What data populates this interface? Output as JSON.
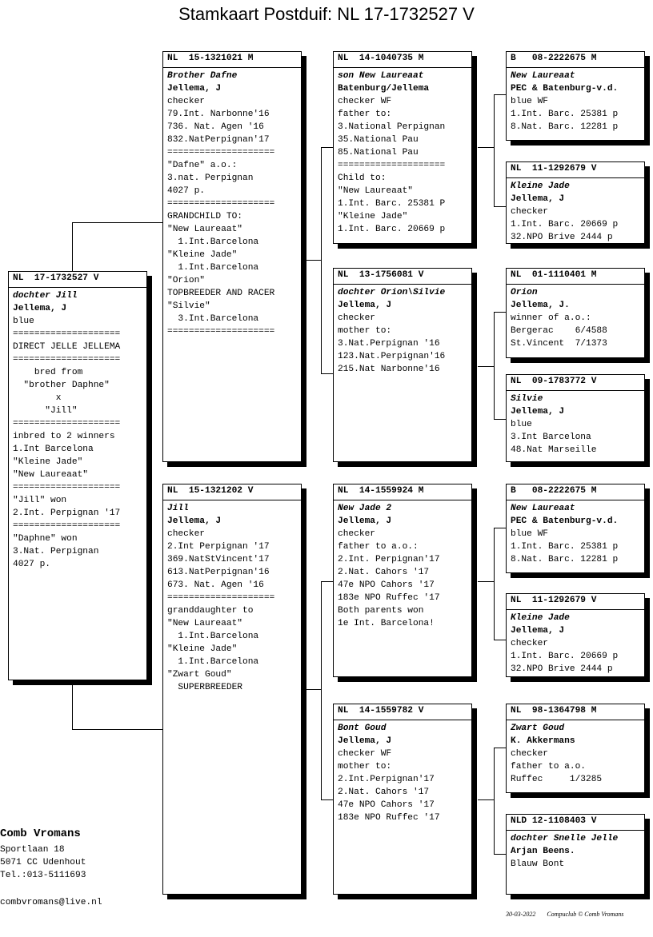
{
  "title": "Stamkaart Postduif: NL  17-1732527 V",
  "cards": [
    {
      "ring": "NL  17-1732527 V",
      "name": "dochter Jill",
      "owner": "Jellema, J",
      "lines": [
        "blue",
        "====================",
        "DIRECT JELLE JELLEMA",
        "====================",
        "    bred from",
        "  \"brother Daphne\"",
        "        x",
        "      \"Jill\"",
        "====================",
        "inbred to 2 winners",
        "1.Int Barcelona",
        "\"Kleine Jade\"",
        "\"New Laureaat\"",
        "====================",
        "\"Jill\" won",
        "2.Int. Perpignan '17",
        "====================",
        "\"Daphne\" won",
        "3.Nat. Perpignan",
        "4027 p."
      ]
    },
    {
      "ring": "NL  15-1321021 M",
      "name": "Brother Dafne",
      "owner": "Jellema, J",
      "lines": [
        "checker",
        "79.Int. Narbonne'16",
        "736. Nat. Agen '16",
        "832.NatPerpignan'17",
        "====================",
        "\"Dafne\" a.o.:",
        "3.nat. Perpignan",
        "4027 p.",
        "====================",
        "GRANDCHILD TO:",
        "\"New Laureaat\"",
        "  1.Int.Barcelona",
        "\"Kleine Jade\"",
        "  1.Int.Barcelona",
        "\"Orion\"",
        "TOPBREEDER AND RACER",
        "\"Silvie\"",
        "  3.Int.Barcelona",
        "===================="
      ]
    },
    {
      "ring": "NL  15-1321202 V",
      "name": "Jill",
      "owner": "Jellema, J",
      "lines": [
        "checker",
        "2.Int Perpignan '17",
        "369.NatStVincent'17",
        "613.NatPerpignan'16",
        "673. Nat. Agen '16",
        "====================",
        "granddaughter to",
        "\"New Laureaat\"",
        "  1.Int.Barcelona",
        "\"Kleine Jade\"",
        "  1.Int.Barcelona",
        "\"Zwart Goud\"",
        "  SUPERBREEDER"
      ]
    },
    {
      "ring": "NL  14-1040735 M",
      "name": "son New Laureaat",
      "owner": "Batenburg/Jellema",
      "lines": [
        "checker WF",
        "father to:",
        "3.National Perpignan",
        "35.National Pau",
        "85.National Pau",
        "====================",
        "Child to:",
        "\"New Laureaat\"",
        "1.Int. Barc. 25381 P",
        "\"Kleine Jade\"",
        "1.Int. Barc. 20669 p"
      ]
    },
    {
      "ring": "NL  13-1756081 V",
      "name": "dochter Orion\\Silvie",
      "owner": "Jellema, J",
      "lines": [
        "checker",
        "mother to:",
        "3.Nat.Perpignan '16",
        "123.Nat.Perpignan'16",
        "215.Nat Narbonne'16"
      ]
    },
    {
      "ring": "NL  14-1559924 M",
      "name": "New Jade 2",
      "owner": "Jellema, J",
      "lines": [
        "checker",
        "father to a.o.:",
        "2.Int. Perpignan'17",
        "2.Nat. Cahors '17",
        "47e NPO Cahors '17",
        "183e NPO Ruffec '17",
        "Both parents won",
        "1e Int. Barcelona!"
      ]
    },
    {
      "ring": "NL  14-1559782 V",
      "name": "Bont Goud",
      "owner": "Jellema, J",
      "lines": [
        "checker WF",
        "mother to:",
        "2.Int.Perpignan'17",
        "2.Nat. Cahors '17",
        "47e NPO Cahors '17",
        "183e NPO Ruffec '17"
      ]
    },
    {
      "ring": "B   08-2222675 M",
      "name": "New Laureaat",
      "owner": "PEC & Batenburg-v.d.",
      "lines": [
        "blue WF",
        "1.Int. Barc. 25381 p",
        "8.Nat. Barc. 12281 p"
      ]
    },
    {
      "ring": "NL  11-1292679 V",
      "name": "Kleine Jade",
      "owner": "Jellema, J",
      "lines": [
        "checker",
        "1.Int. Barc. 20669 p",
        "32.NPO Brive 2444 p"
      ]
    },
    {
      "ring": "NL  01-1110401 M",
      "name": "Orion",
      "owner": "Jellema, J.",
      "lines": [
        "winner of a.o.:",
        "Bergerac    6/4588",
        "St.Vincent  7/1373"
      ]
    },
    {
      "ring": "NL  09-1783772 V",
      "name": "Silvie",
      "owner": "Jellema, J",
      "lines": [
        "blue",
        "3.Int Barcelona",
        "48.Nat Marseille"
      ]
    },
    {
      "ring": "B   08-2222675 M",
      "name": "New Laureaat",
      "owner": "PEC & Batenburg-v.d.",
      "lines": [
        "blue WF",
        "1.Int. Barc. 25381 p",
        "8.Nat. Barc. 12281 p"
      ]
    },
    {
      "ring": "NL  11-1292679 V",
      "name": "Kleine Jade",
      "owner": "Jellema, J",
      "lines": [
        "checker",
        "1.Int. Barc. 20669 p",
        "32.NPO Brive 2444 p"
      ]
    },
    {
      "ring": "NL  98-1364798 M",
      "name": "Zwart Goud",
      "owner": "K. Akkermans",
      "lines": [
        "checker",
        "father to a.o.",
        "Ruffec     1/3285"
      ]
    },
    {
      "ring": "NLD 12-1108403 V",
      "name": "dochter Snelle Jelle",
      "owner": "Arjan Beens.",
      "lines": [
        "Blauw Bont"
      ]
    }
  ],
  "breeder": {
    "name": "Comb Vromans",
    "lines": [
      "Sportlaan 18",
      "5071 CC  Udenhout",
      "Tel.:013-5111693"
    ],
    "email": "combvromans@live.nl"
  },
  "footer": {
    "date": "30-03-2022",
    "software": "Compuclub © Comb Vromans"
  }
}
